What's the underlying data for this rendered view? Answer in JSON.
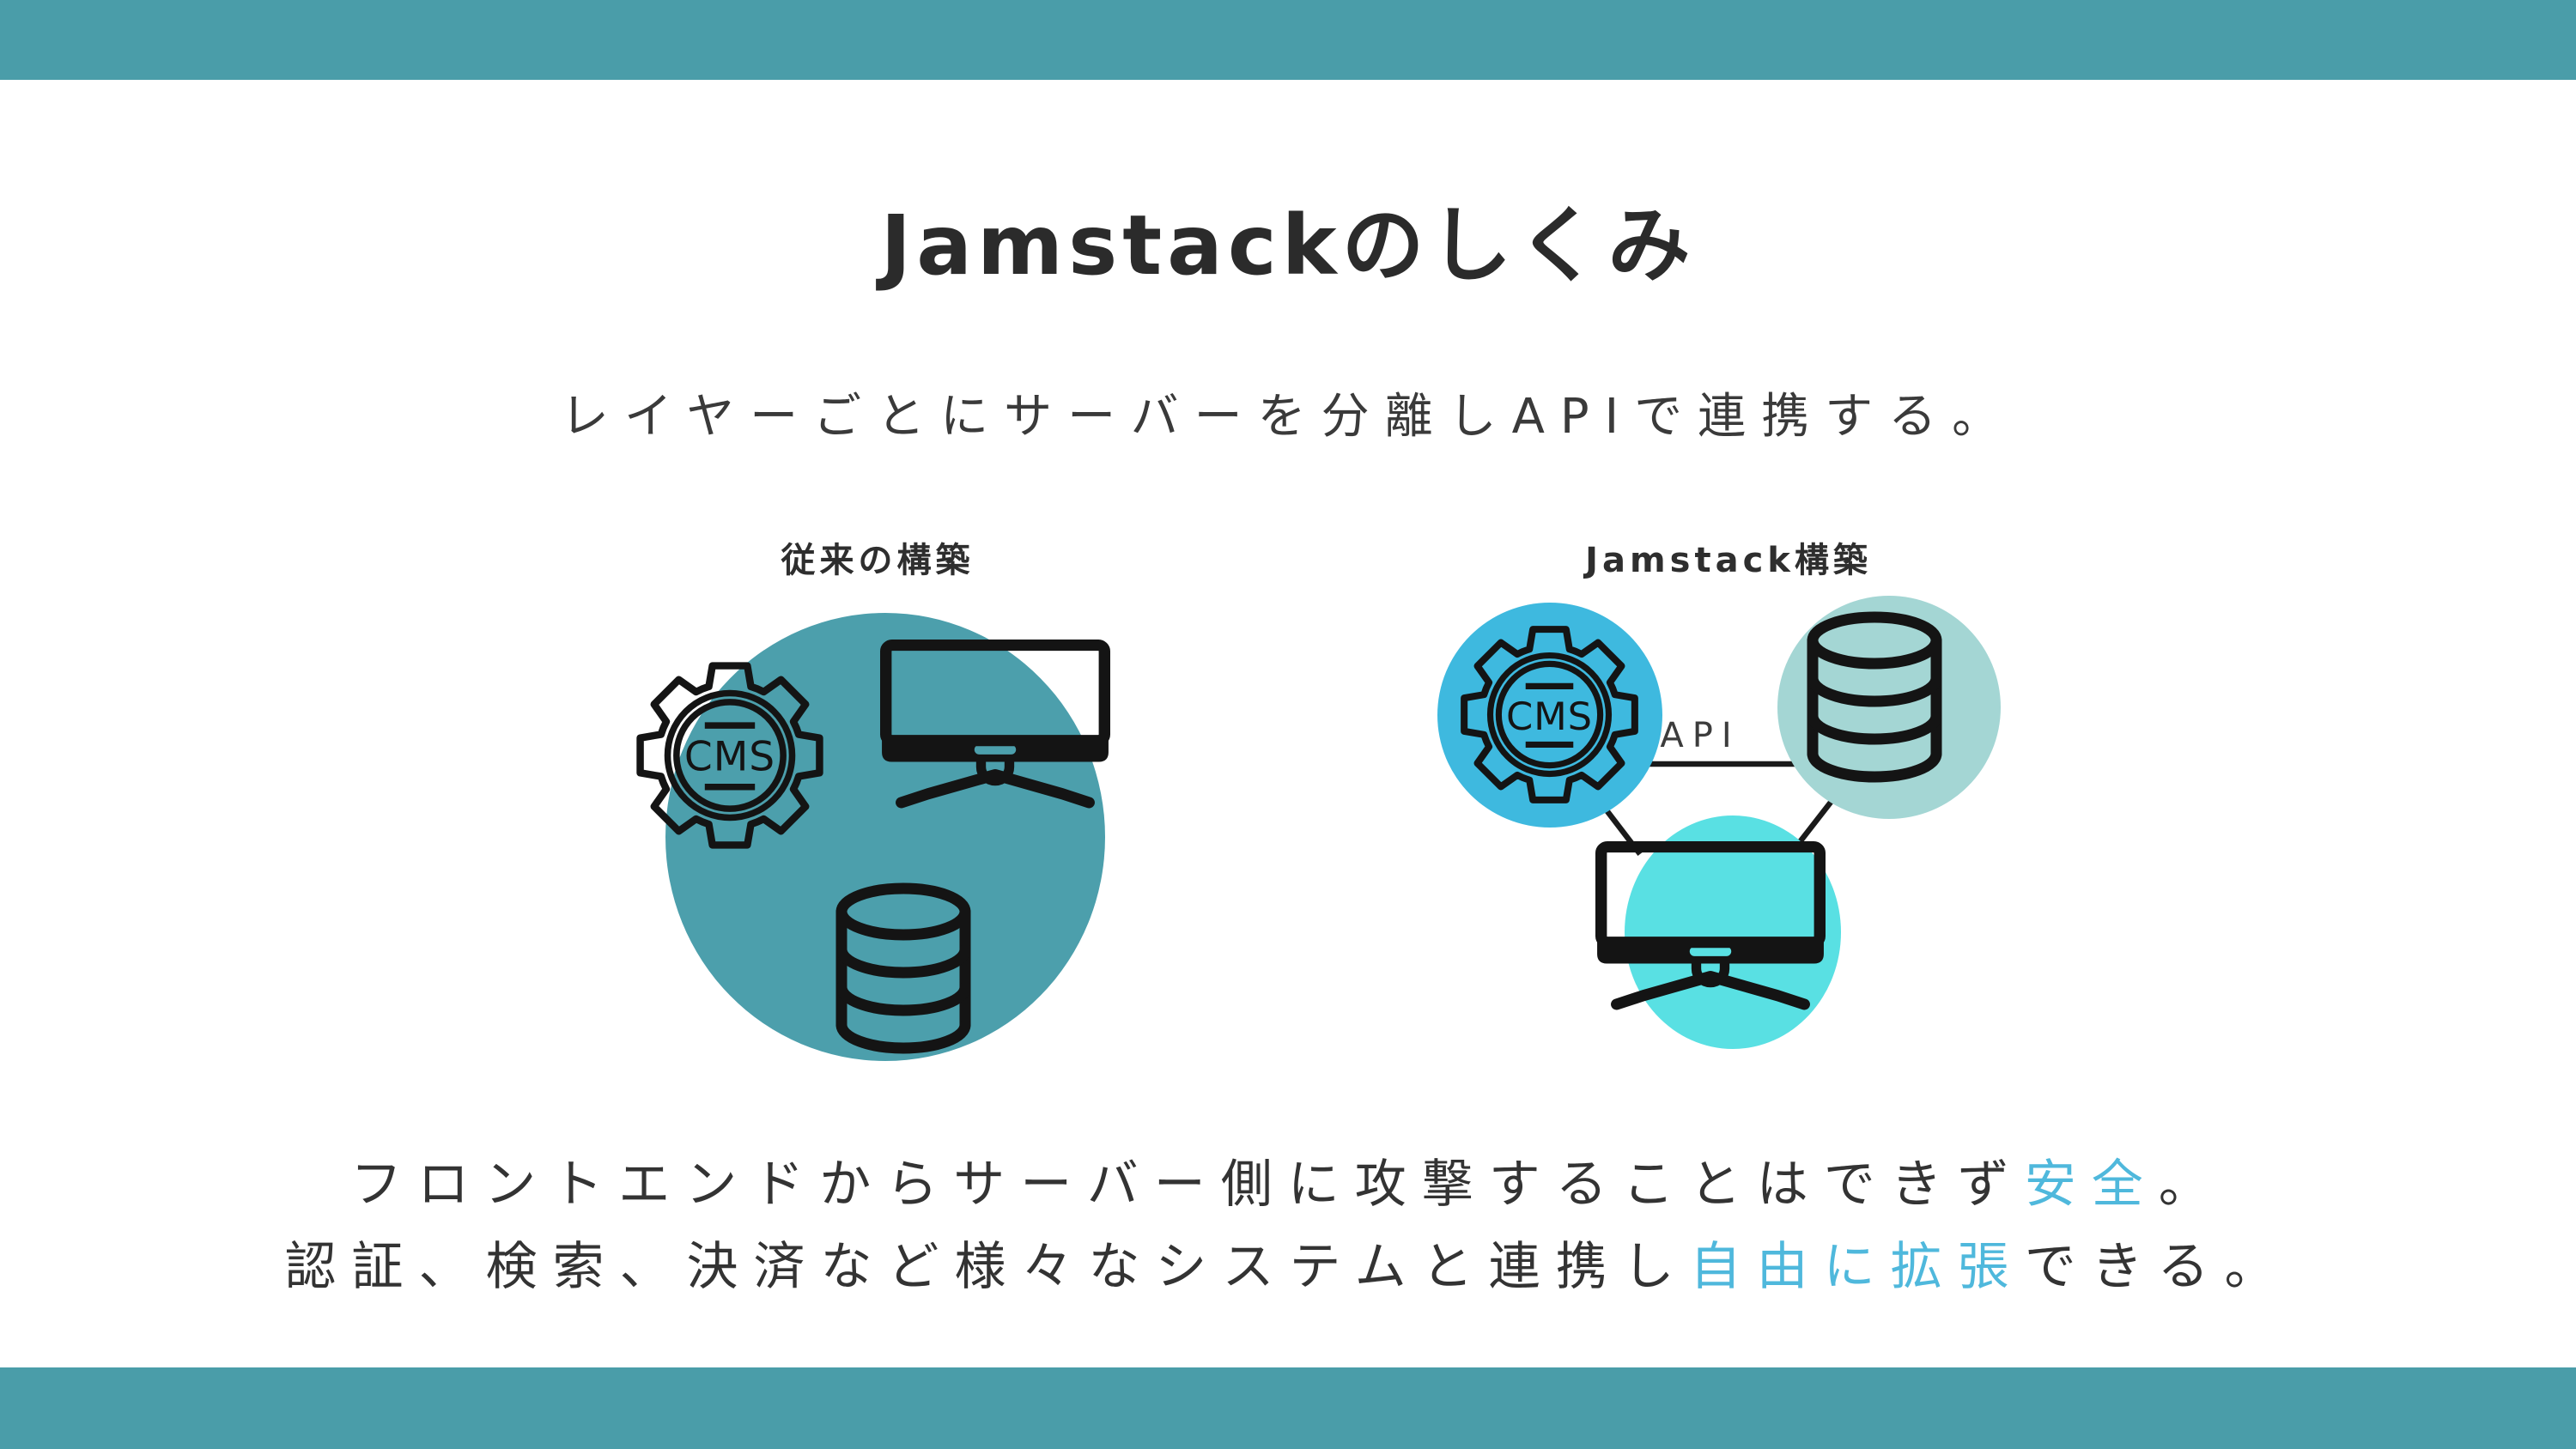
{
  "slide": {
    "title": "Jamstackのしくみ",
    "subtitle": "レイヤーごとにサーバーを分離しAPIで連携する。"
  },
  "traditional": {
    "label": "従来の構築",
    "cms_label": "CMS"
  },
  "jamstack": {
    "label": "Jamstack構築",
    "cms_label": "CMS",
    "api_label": "API"
  },
  "footer": {
    "line1_pre": "フロントエンドからサーバー側に攻撃することはできず",
    "line1_highlight": "安全",
    "line1_post": "。",
    "line2_pre": "認証、検索、決済など様々なシステムと連携し",
    "line2_highlight": "自由に拡張",
    "line2_post": "できる。"
  },
  "colors": {
    "band_teal": "#4A9DA9",
    "traditional_circle_teal": "#4C9FAC",
    "cms_circle_blue": "#3EB9DF",
    "data_circle_seafoam": "#A4D6D4",
    "frontend_circle_cyan": "#59E0E3",
    "accent_text_blue": "#4FB8DC",
    "icon_ink": "#141414",
    "heading_text": "#2B2B2B"
  }
}
